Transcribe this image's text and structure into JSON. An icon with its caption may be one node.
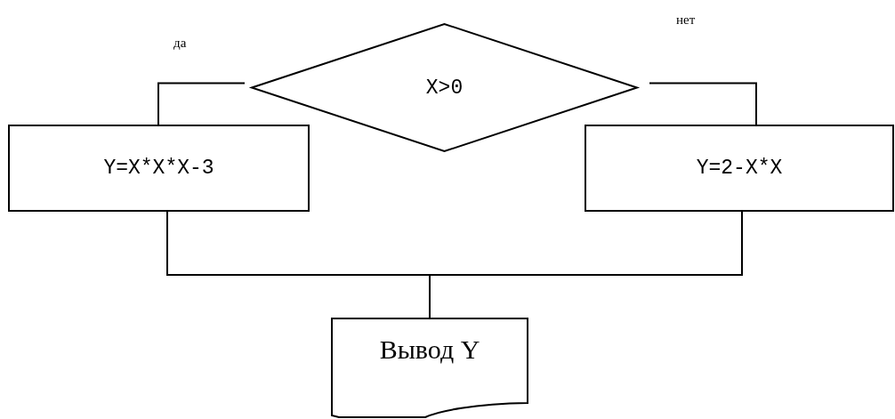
{
  "diagram": {
    "nodes": [
      {
        "text": [
          "X>0"
        ]
      },
      {
        "text": [
          "Y=X*X*X-3"
        ]
      },
      {
        "text": [
          "Y=2-X*X"
        ]
      },
      {
        "text": [
          "Вывод Y"
        ]
      }
    ],
    "edges": [
      {
        "from": 0,
        "to": 1,
        "arrow": "none",
        "label": "да"
      },
      {
        "from": 0,
        "to": 2,
        "arrow": "none",
        "label": "нет"
      },
      {
        "from": 1,
        "to": 3,
        "arrow": "none"
      },
      {
        "from": 2,
        "to": 3,
        "arrow": "none"
      }
    ]
  }
}
